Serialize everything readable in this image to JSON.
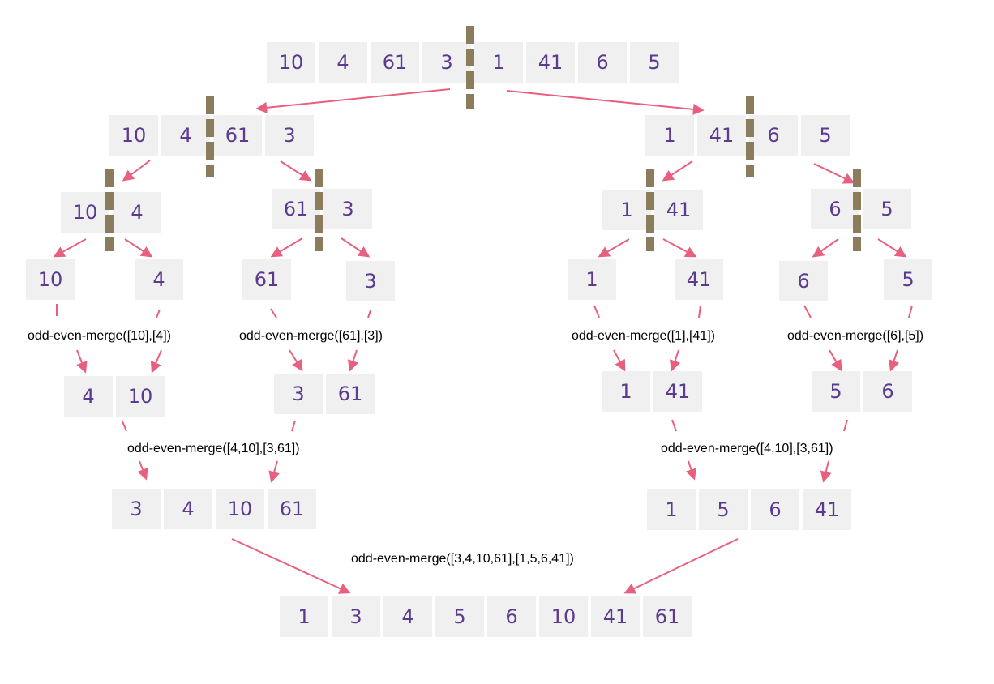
{
  "colors": {
    "cell_bg": "#f0f0f0",
    "number_text": "#5b3b8f",
    "arrow": "#e8607f",
    "divider": "#8b7d5b"
  },
  "arrays": {
    "root": [
      "10",
      "4",
      "61",
      "3",
      "1",
      "41",
      "6",
      "5"
    ],
    "left_half": [
      "10",
      "4",
      "61",
      "3"
    ],
    "right_half": [
      "1",
      "41",
      "6",
      "5"
    ],
    "pair_10_4": [
      "10",
      "4"
    ],
    "pair_61_3": [
      "61",
      "3"
    ],
    "pair_1_41": [
      "1",
      "41"
    ],
    "pair_6_5": [
      "6",
      "5"
    ],
    "single_10": [
      "10"
    ],
    "single_4": [
      "4"
    ],
    "single_61": [
      "61"
    ],
    "single_3": [
      "3"
    ],
    "single_1": [
      "1"
    ],
    "single_41": [
      "41"
    ],
    "single_6": [
      "6"
    ],
    "single_5": [
      "5"
    ],
    "merged_4_10": [
      "4",
      "10"
    ],
    "merged_3_61": [
      "3",
      "61"
    ],
    "merged_1_41": [
      "1",
      "41"
    ],
    "merged_5_6": [
      "5",
      "6"
    ],
    "merged_left": [
      "3",
      "4",
      "10",
      "61"
    ],
    "merged_right": [
      "1",
      "5",
      "6",
      "41"
    ],
    "final": [
      "1",
      "3",
      "4",
      "5",
      "6",
      "10",
      "41",
      "61"
    ]
  },
  "labels": {
    "merge_10_4": "odd-even-merge([10],[4])",
    "merge_61_3": "odd-even-merge([61],[3])",
    "merge_1_41": "odd-even-merge([1],[41])",
    "merge_6_5": "odd-even-merge([6],[5])",
    "merge_left_pairs": "odd-even-merge([4,10],[3,61])",
    "merge_right_pairs": "odd-even-merge([4,10],[3,61])",
    "merge_final": "odd-even-merge([3,4,10,61],[1,5,6,41])"
  }
}
